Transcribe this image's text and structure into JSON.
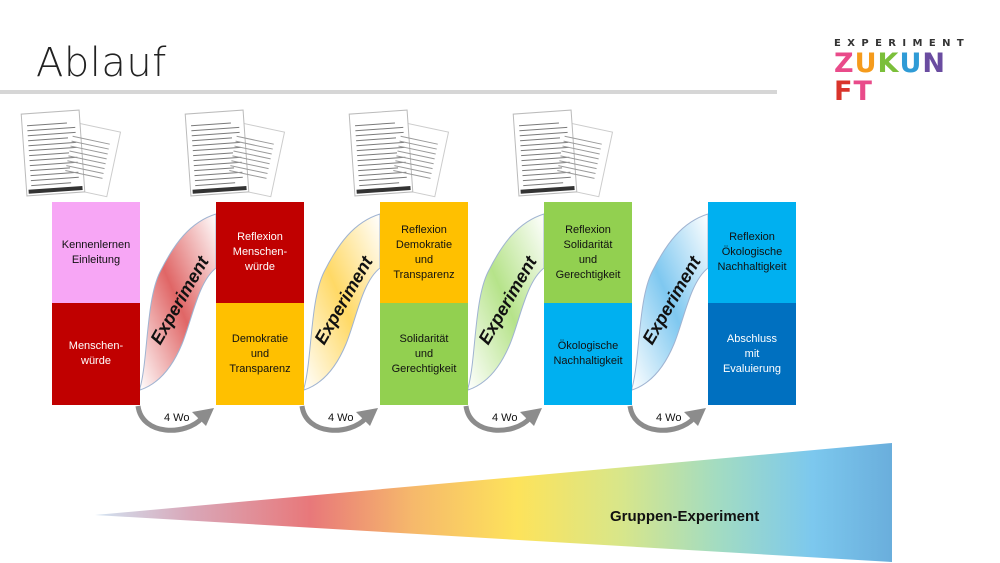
{
  "title": "Ablauf",
  "logo": {
    "top": "EXPERIMENT",
    "bottom": "ZUKUNFT",
    "letter_colors": [
      "#e94b8a",
      "#f59b1c",
      "#7bbf3a",
      "#2f9bd6",
      "#6a4ca0",
      "#d9342b",
      "#e94b8a"
    ]
  },
  "columns": [
    {
      "top": "Kennenlernen\nEinleitung",
      "top_color": "#f7a6f5",
      "top_text_color": "#111111",
      "bottom": "Menschen-\nwürde",
      "bottom_color": "#c00000",
      "bottom_text_color": "#ffffff"
    },
    {
      "top": "Reflexion\nMenschen-\nwürde",
      "top_color": "#c00000",
      "top_text_color": "#ffffff",
      "bottom": "Demokratie\nund\nTransparenz",
      "bottom_color": "#ffc000",
      "bottom_text_color": "#111111"
    },
    {
      "top": "Reflexion\nDemokratie\nund\nTransparenz",
      "top_color": "#ffc000",
      "top_text_color": "#111111",
      "bottom": "Solidarität\nund\nGerechtigkeit",
      "bottom_color": "#92d050",
      "bottom_text_color": "#111111"
    },
    {
      "top": "Reflexion\nSolidarität\nund\nGerechtigkeit",
      "top_color": "#92d050",
      "top_text_color": "#111111",
      "bottom": "Ökologische\nNachhaltigkeit",
      "bottom_color": "#00b0f0",
      "bottom_text_color": "#111111"
    },
    {
      "top": "Reflexion\nÖkologische\nNachhaltigkeit",
      "top_color": "#00b0f0",
      "top_text_color": "#111111",
      "bottom": "Abschluss\nmit\nEvaluierung",
      "bottom_color": "#0070c0",
      "bottom_text_color": "#ffffff"
    }
  ],
  "connectors": [
    {
      "label": "Experiment",
      "color": "#e06666",
      "interval": "4 Wo"
    },
    {
      "label": "Experiment",
      "color": "#ffd966",
      "interval": "4 Wo"
    },
    {
      "label": "Experiment",
      "color": "#b6e38a",
      "interval": "4 Wo"
    },
    {
      "label": "Experiment",
      "color": "#7fc8f0",
      "interval": "4 Wo"
    }
  ],
  "gradient_bar": {
    "label": "Gruppen-Experiment"
  }
}
